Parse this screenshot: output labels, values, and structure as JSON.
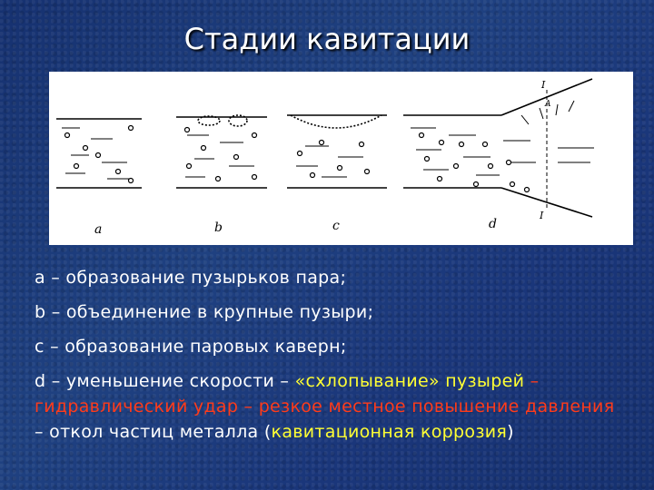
{
  "title": "Стадии кавитации",
  "figure": {
    "labels": {
      "a": "a",
      "b": "b",
      "c": "c",
      "d": "d",
      "i_top": "I",
      "i_bottom": "I",
      "A": "A"
    }
  },
  "items": {
    "a": "a – образование пузырьков пара;",
    "b": "b – объединение в крупные пузыри;",
    "c": "c – образование паровых каверн;",
    "d_part1": "d – уменьшение скорости – ",
    "d_part2": "«схлопывание» пузырей",
    "d_part3": " – гидравлический удар – резкое местное повышение давления",
    "d_part4": " – откол частиц металла (",
    "d_part5": "кавитационная коррозия",
    "d_part6": ")"
  },
  "colors": {
    "highlight_yellow": "#ffff33",
    "highlight_red": "#ff3b1a",
    "background": "#1d3a78"
  }
}
